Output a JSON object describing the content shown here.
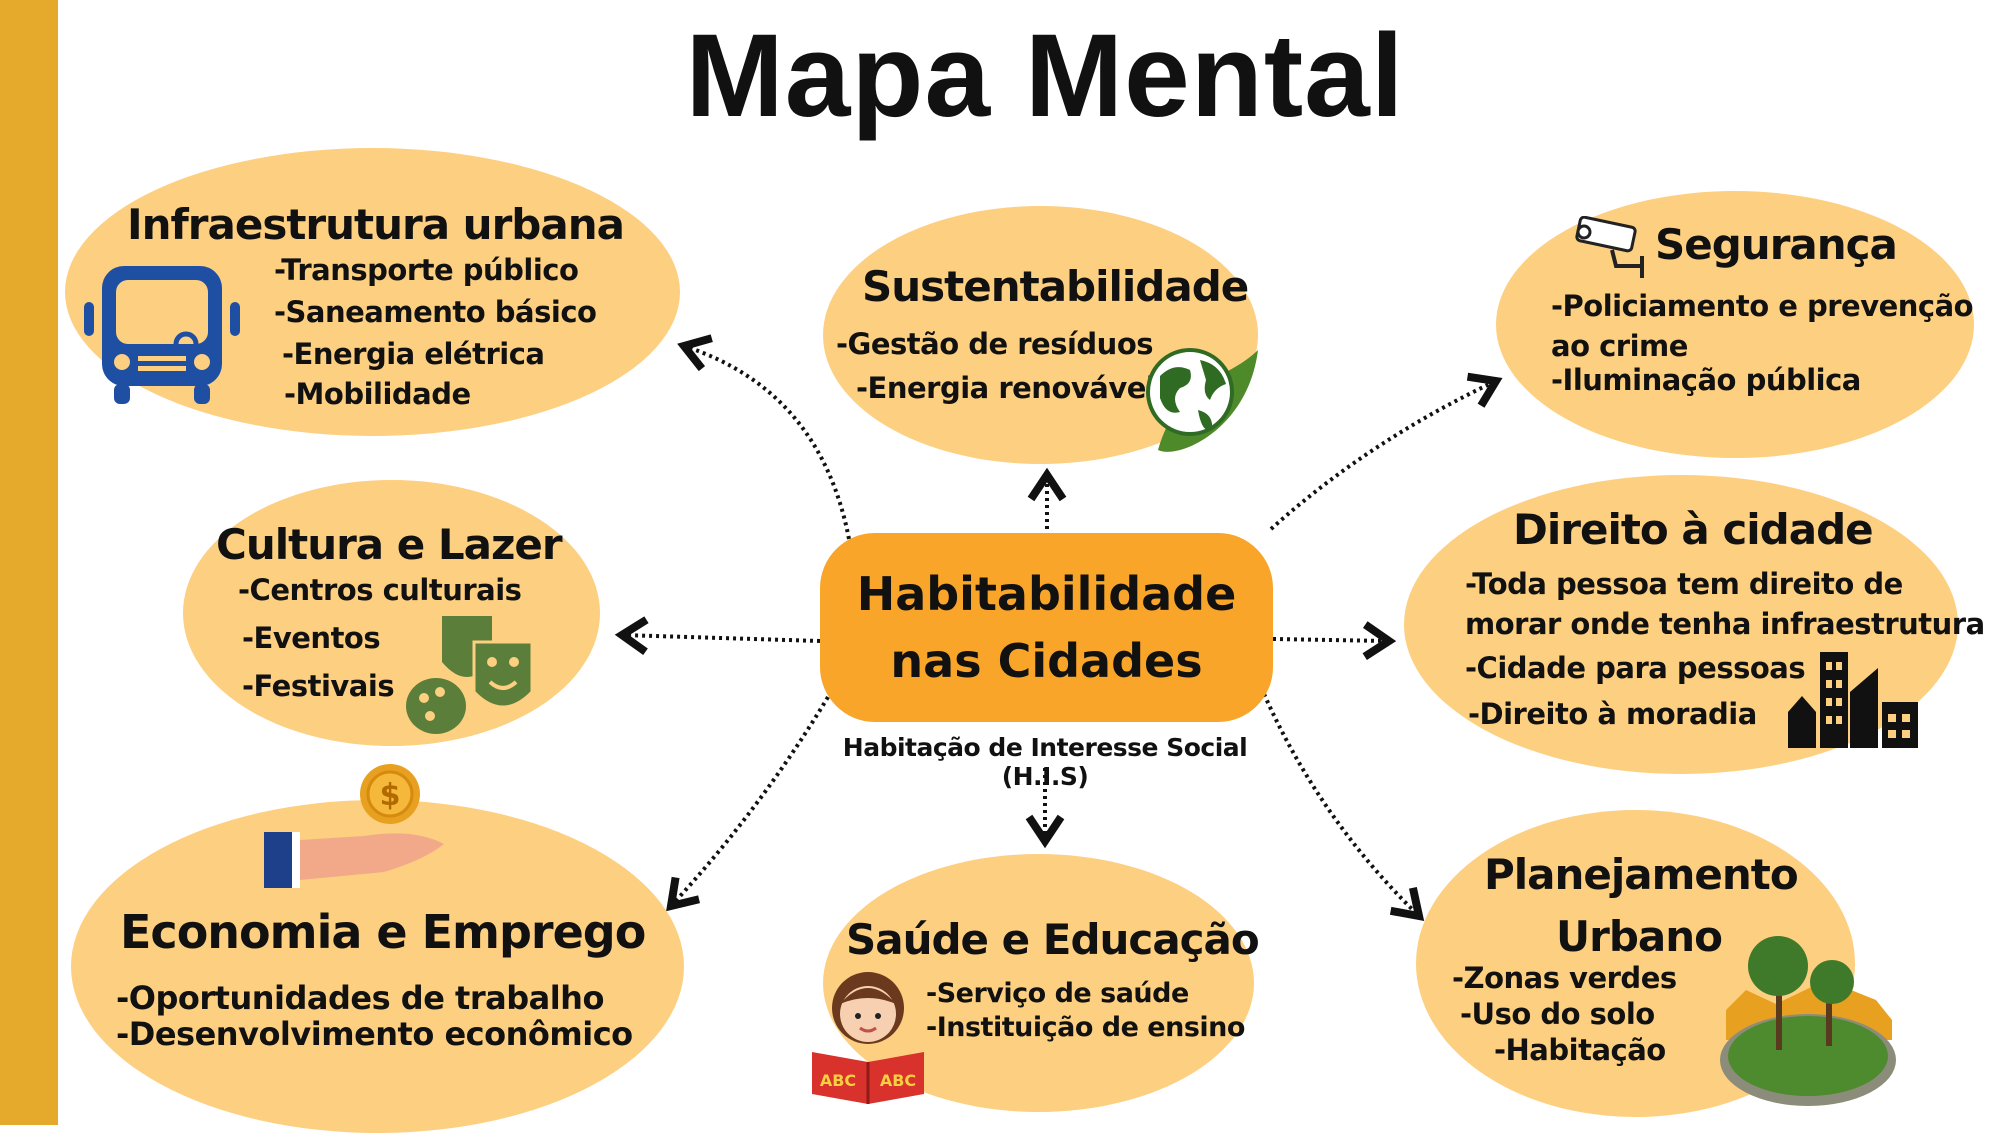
{
  "title": "Mapa Mental",
  "colors": {
    "side_bar": "#E5A92C",
    "bubble": "#FDCF80",
    "center": "#F9A52A",
    "bus": "#1E4FA3",
    "green": "#5B7F3A"
  },
  "center": {
    "line1": "Habitabilidade",
    "line2": "nas Cidades",
    "subtitle": "Habitação de Interesse Social (H.I.S)"
  },
  "nodes": {
    "infra": {
      "title": "Infraestrutura urbana",
      "icon": "bus-icon",
      "items": [
        "-Transporte público",
        "-Saneamento básico",
        "-Energia elétrica",
        "-Mobilidade"
      ]
    },
    "sustent": {
      "title": "Sustentabilidade",
      "icon": "globe-leaf-icon",
      "items": [
        "-Gestão de resíduos",
        "-Energia renovável"
      ]
    },
    "seguranca": {
      "title": "Segurança",
      "icon": "security-camera-icon",
      "items": [
        "-Policiamento e prevenção",
        "ao crime",
        "-Iluminação pública"
      ]
    },
    "cultura": {
      "title": "Cultura e Lazer",
      "icon": "theater-masks-icon",
      "items": [
        "-Centros culturais",
        "-Eventos",
        "-Festivais"
      ]
    },
    "direito": {
      "title": "Direito à cidade",
      "icon": "buildings-icon",
      "items": [
        "-Toda pessoa tem direito de",
        "morar onde tenha infraestrutura",
        "-Cidade para pessoas",
        "-Direito à moradia"
      ]
    },
    "economia": {
      "title": "Economia e Emprego",
      "icon": "hand-coin-icon",
      "coin_symbol": "$",
      "items": [
        "-Oportunidades de trabalho",
        "-Desenvolvimento econômico"
      ]
    },
    "saude": {
      "title": "Saúde e Educação",
      "icon": "child-reading-icon",
      "book_text": "ABC",
      "items": [
        "-Serviço de saúde",
        "-Instituição de ensino"
      ]
    },
    "planejamento": {
      "title": "Planejamento",
      "title2": "Urbano",
      "icon": "park-icon",
      "items": [
        "-Zonas verdes",
        "-Uso do solo",
        "-Habitação"
      ]
    }
  }
}
